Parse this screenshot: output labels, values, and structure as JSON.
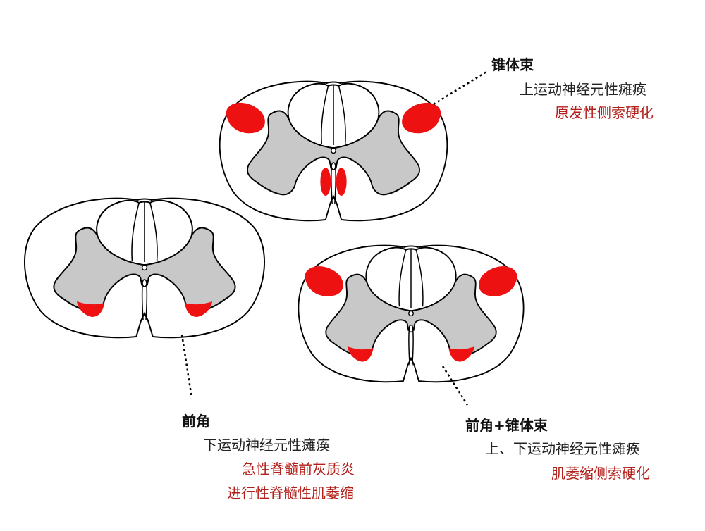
{
  "colors": {
    "lesion": "#ee1111",
    "grey_matter": "#c8c8c8",
    "outline": "#000000",
    "disease_text": "#b3201b",
    "title_text": "#111111"
  },
  "panels": [
    {
      "id": "pyramidal",
      "title": "锥体束",
      "category": "上运动神经元性瘫痪",
      "diseases": [
        "原发性侧索硬化"
      ]
    },
    {
      "id": "anterior-horn",
      "title": "前角",
      "category": "下运动神经元性瘫痪",
      "diseases": [
        "急性脊髓前灰质炎",
        "进行性脊髓性肌萎缩"
      ]
    },
    {
      "id": "anterior-horn-pyramidal",
      "title": "前角+锥体束",
      "category": "上、下运动神经元性瘫痪",
      "diseases": [
        "肌萎缩侧索硬化"
      ]
    }
  ]
}
